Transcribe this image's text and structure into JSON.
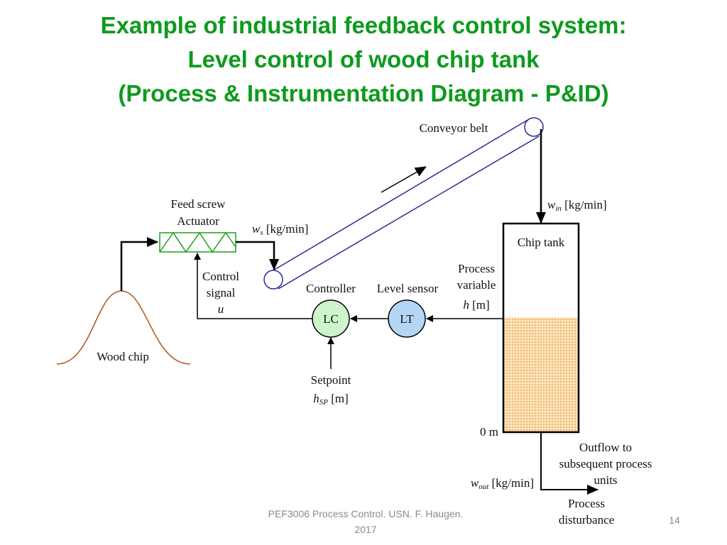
{
  "slide": {
    "title_lines": [
      "Example of industrial feedback control system:",
      "Level control of wood chip tank",
      "(Process & Instrumentation Diagram - P&ID)"
    ],
    "title_color": "#0e9a1e",
    "footer": {
      "source_line1": "PEF3006 Process Control. USN. F. Haugen.",
      "source_line2": "2017",
      "page_number": "14"
    }
  },
  "diagram": {
    "conveyor_label": "Conveyor belt",
    "feed_screw_label_1": "Feed screw",
    "feed_screw_label_2": "Actuator",
    "ws": {
      "var": "w",
      "sub": "s",
      "unit": " [kg/min]"
    },
    "win": {
      "var": "w",
      "sub": "in",
      "unit": " [kg/min]"
    },
    "wout": {
      "var": "w",
      "sub": "out",
      "unit": " [kg/min]"
    },
    "chip_tank_label": "Chip tank",
    "process_variable_1": "Process",
    "process_variable_2": "variable",
    "h": {
      "var": "h",
      "unit": " [m]"
    },
    "control_signal_1": "Control",
    "control_signal_2": "signal",
    "control_signal_var": "u",
    "controller_label": "Controller",
    "level_sensor_label": "Level sensor",
    "lc_tag": "LC",
    "lt_tag": "LT",
    "setpoint_label": "Setpoint",
    "hsp": {
      "var": "h",
      "sub": "SP",
      "unit": " [m]"
    },
    "wood_chip_label": "Wood chip",
    "zero_level_label": "0 m",
    "outflow_1": "Outflow to",
    "outflow_2": "subsequent process",
    "outflow_3": "units",
    "disturbance_1": "Process",
    "disturbance_2": "disturbance",
    "tank_fill_fraction": 0.55,
    "colors": {
      "conveyor": "#2a2a9a",
      "feed_screw": "#1ea01e",
      "wood_pile": "#b0561a",
      "lc_fill": "#ccf5cc",
      "lt_fill": "#b5d5f5",
      "chips_fill": "#fbe3bd",
      "chips_dot": "#f2a640"
    }
  }
}
